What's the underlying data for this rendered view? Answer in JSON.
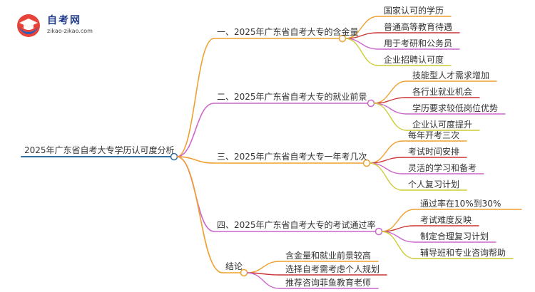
{
  "logo": {
    "title": "自考网",
    "subtitle": "zikao-zikao.com"
  },
  "root": {
    "label": "2025年广东省自考大专学历认可度分析"
  },
  "colors": {
    "root_line": "#2f6f9f",
    "branches": [
      "#f0a030",
      "#cc66cc",
      "#f0a030",
      "#cc66cc",
      "#f0a030"
    ],
    "leaves": [
      "#f0a030",
      "#cc3333",
      "#cc66cc",
      "#cccc33",
      "#1a7aa8"
    ]
  },
  "branches": [
    {
      "label": "一、2025年广东省自考大专的含金量",
      "children": [
        "国家认可的学历",
        "普通高等教育待遇",
        "用于考研和公务员",
        "企业招聘认可度"
      ]
    },
    {
      "label": "二、2025年广东省自考大专的就业前景",
      "children": [
        "技能型人才需求增加",
        "各行业就业机会",
        "学历要求较低岗位优势",
        "企业认可度提升"
      ]
    },
    {
      "label": "三、2025年广东省自考大专一年考几次",
      "children": [
        "每年开考三次",
        "考试时间安排",
        "灵活的学习和备考",
        "个人复习计划"
      ]
    },
    {
      "label": "四、2025年广东省自考大专的考试通过率",
      "children": [
        "通过率在10%到30%",
        "考试难度反映",
        "制定合理复习计划",
        "辅导班和专业咨询帮助"
      ]
    },
    {
      "label": "结论",
      "children": [
        "含金量和就业前景较高",
        "选择自考需考虑个人规划",
        "推荐咨询菲鱼教育老师"
      ]
    }
  ]
}
